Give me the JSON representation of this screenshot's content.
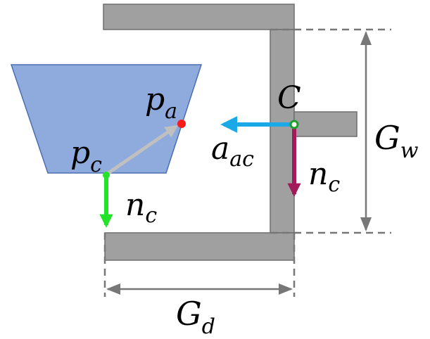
{
  "labels": {
    "p_a": {
      "base": "p",
      "sub": "a"
    },
    "p_c": {
      "base": "p",
      "sub": "c"
    },
    "C": {
      "base": "C"
    },
    "a_ac": {
      "base": "a",
      "sub": "ac"
    },
    "n_c_gripper": {
      "base": "n",
      "sub": "c"
    },
    "n_c_object": {
      "base": "n",
      "sub": "c"
    },
    "G_w": {
      "base": "G",
      "sub": "w"
    },
    "G_d": {
      "base": "G",
      "sub": "d"
    }
  },
  "colors": {
    "gripper_fill": "#a0a0a0",
    "gripper_stroke": "#6f6f6f",
    "object_fill": "#8faadc",
    "object_stroke": "#4a6fb0",
    "approach_arrow": "#1aa9e6",
    "normal_gripper_arrow": "#a31a5a",
    "normal_object_arrow": "#22e32a",
    "contact_vector": "#c0c0c0",
    "point_pa": "#ff1a1a",
    "point_pc": "#22e32a",
    "point_C": "#1aa02a",
    "dimension_lines": "#777777"
  }
}
